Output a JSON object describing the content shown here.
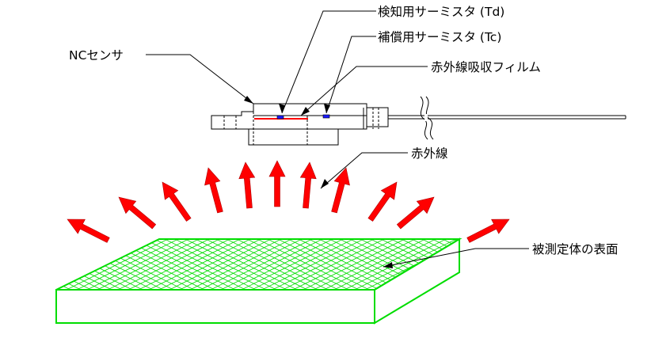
{
  "labels": {
    "nc_sensor": "NCセンサ",
    "detect_thermistor": "検知用サーミスタ (Td)",
    "comp_thermistor": "補償用サーミスタ (Tc)",
    "ir_film": "赤外線吸収フィルム",
    "infrared": "赤外線",
    "measured_surface": "被測定体の表面"
  },
  "colors": {
    "arrow": "#ff0000",
    "thermistor": "#1a1aff",
    "film": "#ff0000",
    "surface": "#00dd00",
    "line": "#000000"
  }
}
